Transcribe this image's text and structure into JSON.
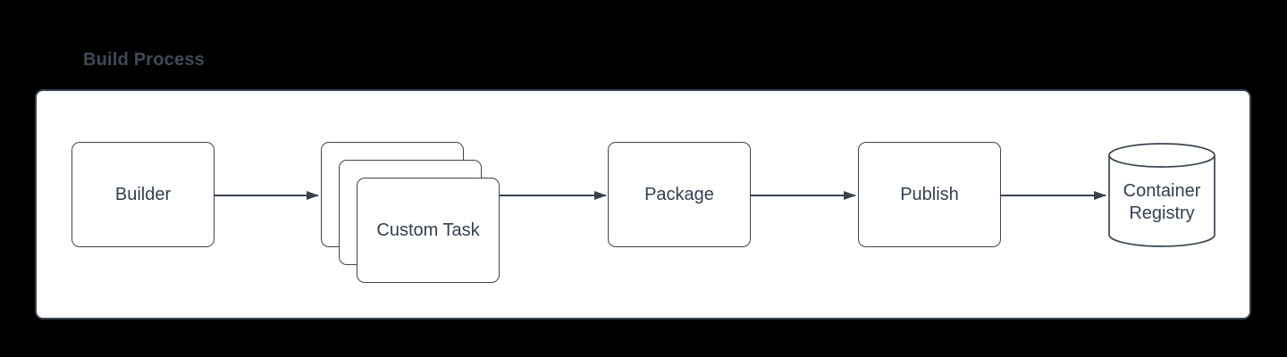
{
  "title": "Build Process",
  "colors": {
    "canvas_bg": "#000000",
    "panel_bg": "#ffffff",
    "stroke": "#3b4650",
    "node_text": "#333f4f",
    "title_text": "#3f4a57"
  },
  "nodes": [
    {
      "id": "builder",
      "label": "Builder",
      "shape": "rectangle"
    },
    {
      "id": "custom-task",
      "label": "Custom Task",
      "shape": "stacked-rectangle",
      "stack_count": 3
    },
    {
      "id": "package",
      "label": "Package",
      "shape": "rectangle"
    },
    {
      "id": "publish",
      "label": "Publish",
      "shape": "rectangle"
    },
    {
      "id": "container-registry",
      "label": "Container Registry",
      "lines": [
        "Container",
        "Registry"
      ],
      "shape": "cylinder"
    }
  ],
  "edges": [
    {
      "from": "builder",
      "to": "custom-task"
    },
    {
      "from": "custom-task",
      "to": "package"
    },
    {
      "from": "package",
      "to": "publish"
    },
    {
      "from": "publish",
      "to": "container-registry"
    }
  ]
}
